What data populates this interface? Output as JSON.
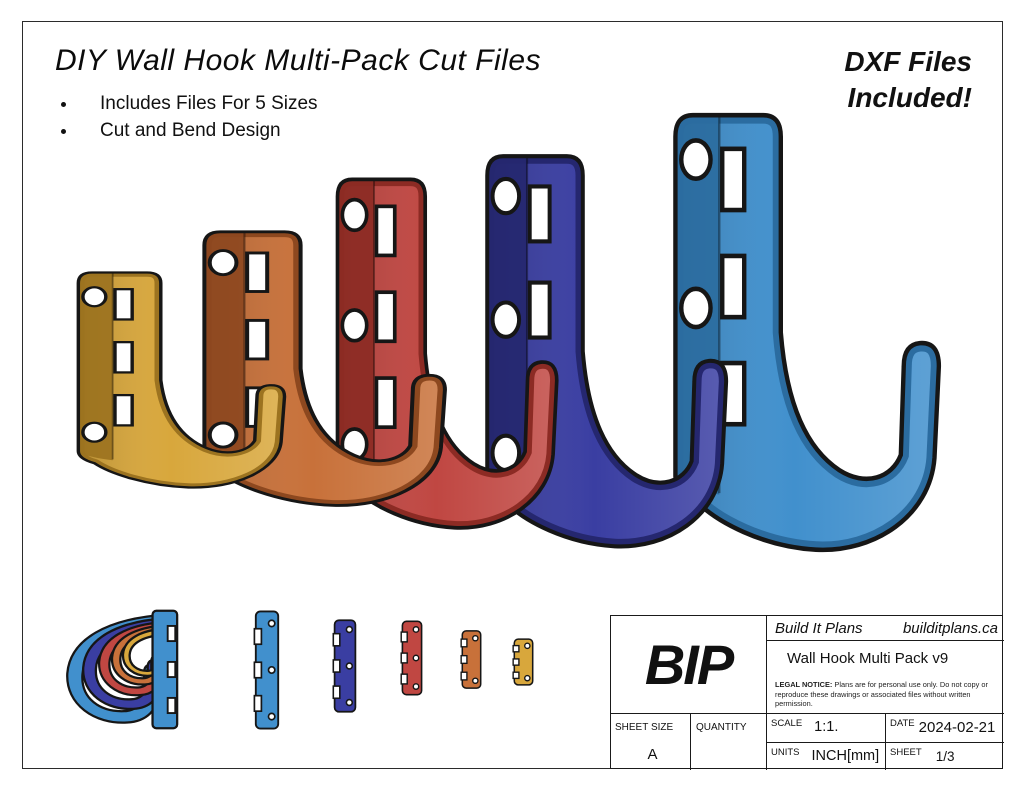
{
  "header": {
    "title": "DIY Wall Hook Multi-Pack Cut Files",
    "bullets": [
      "Includes Files For 5 Sizes",
      "Cut and Bend Design"
    ],
    "badge_line1": "DXF Files",
    "badge_line2": "Included!"
  },
  "hooks": [
    {
      "id": "size-1-yellow",
      "color_front": "#D8A73C",
      "color_side": "#9C7320"
    },
    {
      "id": "size-2-orange",
      "color_front": "#C8713A",
      "color_side": "#8D481F"
    },
    {
      "id": "size-3-red",
      "color_front": "#C04742",
      "color_side": "#8C2B24"
    },
    {
      "id": "size-4-dark-blue",
      "color_front": "#3A3EA2",
      "color_side": "#25276F"
    },
    {
      "id": "size-5-light-blue",
      "color_front": "#4190CD",
      "color_side": "#2B6CA0"
    }
  ],
  "outline_color": "#161616",
  "title_block": {
    "logo": "BIP",
    "company": "Build It Plans",
    "website": "builditplans.ca",
    "part_name": "Wall Hook Multi Pack v9",
    "legal_label": "LEGAL NOTICE:",
    "legal_line1": "Plans are for personal use only. Do not copy or",
    "legal_line2": "reproduce these drawings or associated files without written permission.",
    "sheet_size_label": "SHEET SIZE",
    "sheet_size_value": "A",
    "quantity_label": "QUANTITY",
    "quantity_value": "",
    "scale_label": "SCALE",
    "scale_value": "1:1.",
    "date_label": "DATE",
    "date_value": "2024-02-21",
    "units_label": "UNITS",
    "units_value": "INCH[mm]",
    "sheet_label": "SHEET",
    "sheet_value": "1/3"
  }
}
